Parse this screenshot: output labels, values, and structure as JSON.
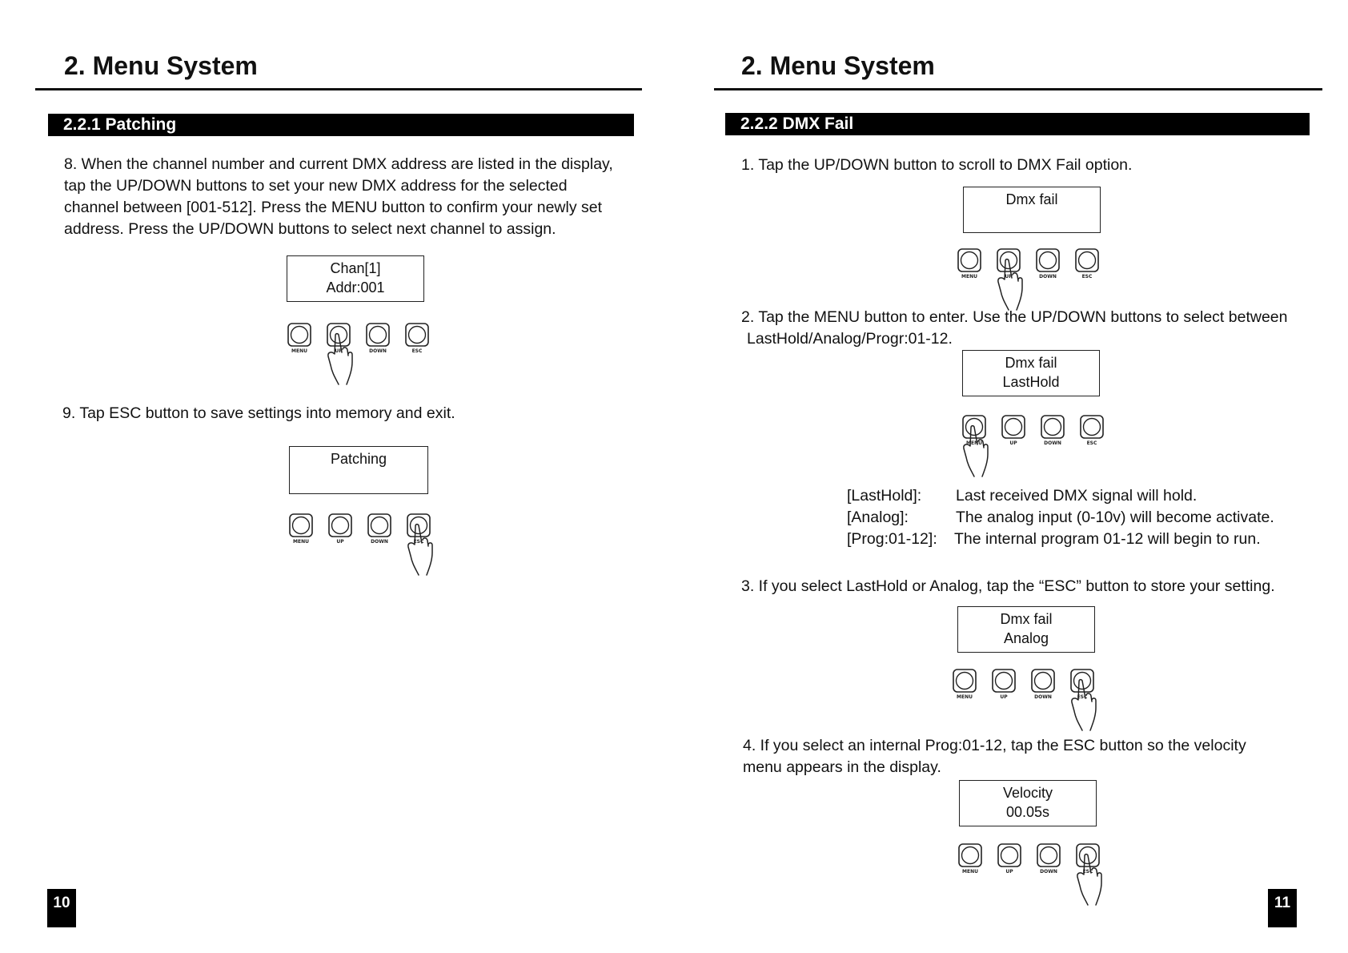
{
  "left": {
    "page_title": "2. Menu System",
    "section": "2.2.1  Patching",
    "step8": {
      "lines": [
        "8.  When the channel number and current DMX address are listed in the display,",
        "tap the UP/DOWN buttons to set your new DMX address for the selected",
        "channel between [001-512]. Press the MENU button to confirm your newly set",
        "address. Press the UP/DOWN buttons to select next channel to assign."
      ]
    },
    "display1": {
      "line1": "Chan[1]",
      "line2": "Addr:001"
    },
    "keypad1": {
      "labels": [
        "MENU",
        "UP",
        "DOWN",
        "ESC"
      ],
      "pressed": "UP"
    },
    "step9": "9.  Tap ESC button to save settings into memory and exit.",
    "display2": {
      "line1": "Patching",
      "line2": ""
    },
    "keypad2": {
      "labels": [
        "MENU",
        "UP",
        "DOWN",
        "ESC"
      ],
      "pressed": "ESC"
    },
    "page_number": "10"
  },
  "right": {
    "page_title": "2.  Menu System",
    "section": "2.2.2 DMX Fail",
    "step1": "1. Tap the UP/DOWN button to scroll to DMX Fail option.",
    "display1": {
      "line1": "Dmx fail",
      "line2": ""
    },
    "keypad1": {
      "labels": [
        "MENU",
        "UP",
        "DOWN",
        "ESC"
      ],
      "pressed": "UP"
    },
    "step2": {
      "lines": [
        "2. Tap the MENU button to enter. Use the UP/DOWN buttons to select between",
        "LastHold/Analog/Progr:01-12."
      ]
    },
    "display2": {
      "line1": "Dmx fail",
      "line2": "LastHold"
    },
    "keypad2": {
      "labels": [
        "MENU",
        "UP",
        "DOWN",
        "ESC"
      ],
      "pressed": "MENU"
    },
    "options": [
      {
        "key": "[LastHold]:",
        "value": "Last received DMX signal will hold."
      },
      {
        "key": "[Analog]:",
        "value": "The analog input (0-10v) will become activate."
      },
      {
        "key": "[Prog:01-12]:",
        "value": "The internal program 01-12 will begin to run."
      }
    ],
    "step3": "3.  If you select LastHold or Analog, tap the “ESC” button to store your setting.",
    "display3": {
      "line1": "Dmx fail",
      "line2": "Analog"
    },
    "keypad3": {
      "labels": [
        "MENU",
        "UP",
        "DOWN",
        "ESC"
      ],
      "pressed": "ESC"
    },
    "step4": {
      "lines": [
        "4.  If you select an internal Prog:01-12, tap the ESC button so the velocity",
        "menu appears in the display."
      ]
    },
    "display4": {
      "line1": "Velocity",
      "line2": "00.05s"
    },
    "keypad4": {
      "labels": [
        "MENU",
        "UP",
        "DOWN",
        "ESC"
      ],
      "pressed": "ESC"
    },
    "page_number": "11"
  },
  "icons": {
    "key_button": "round-key-button-icon",
    "hand": "tapping-hand-icon"
  }
}
